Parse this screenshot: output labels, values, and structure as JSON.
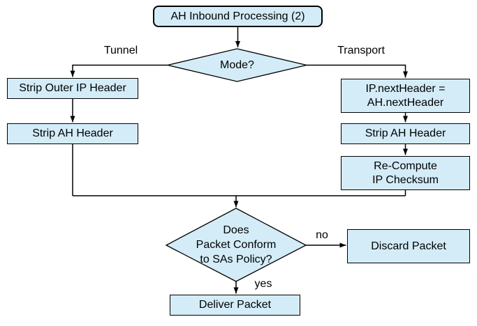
{
  "diagram": {
    "title": "AH Inbound Processing (2)",
    "colors": {
      "node_fill": "#d3ecf8",
      "stroke": "#000000",
      "text": "#000000",
      "background": "#ffffff"
    },
    "nodes": {
      "start": {
        "label": "AH Inbound Processing (2)",
        "shape": "rounded-rect"
      },
      "mode": {
        "label": "Mode?",
        "shape": "diamond"
      },
      "strip_outer_ip": {
        "label": "Strip Outer IP Header",
        "shape": "rect"
      },
      "strip_ah_left": {
        "label": "Strip AH Header",
        "shape": "rect"
      },
      "ip_next_header": {
        "label": "IP.nextHeader =\nAH.nextHeader",
        "shape": "rect"
      },
      "strip_ah_right": {
        "label": "Strip AH Header",
        "shape": "rect"
      },
      "recompute_checksum": {
        "label": "Re-Compute\nIP Checksum",
        "shape": "rect"
      },
      "policy_check": {
        "label": "Does\nPacket Conform\nto SAs Policy?",
        "shape": "diamond"
      },
      "discard": {
        "label": "Discard Packet",
        "shape": "rect"
      },
      "deliver": {
        "label": "Deliver Packet",
        "shape": "rect"
      }
    },
    "edge_labels": {
      "tunnel": "Tunnel",
      "transport": "Transport",
      "no": "no",
      "yes": "yes"
    }
  }
}
